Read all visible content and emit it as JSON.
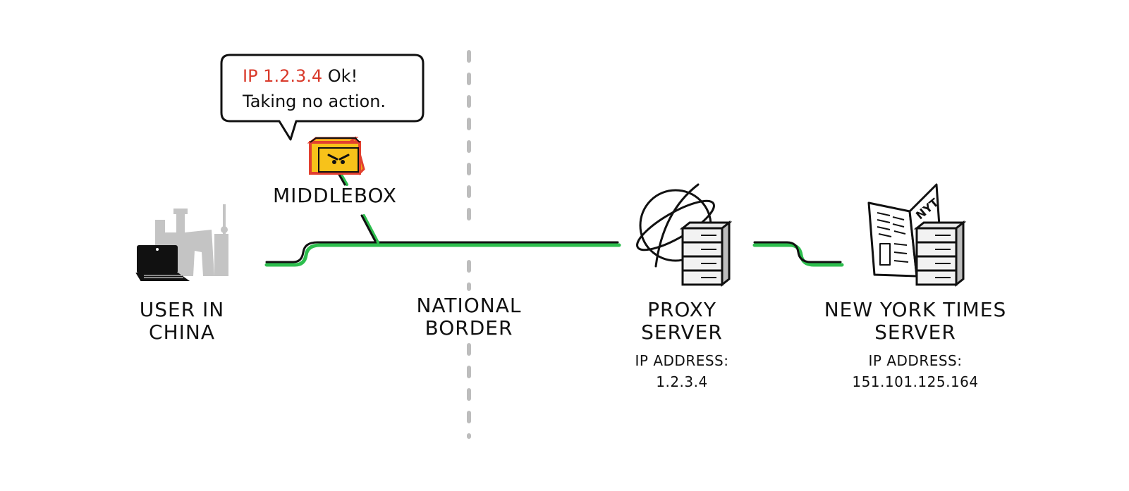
{
  "nodes": {
    "user": {
      "label_line1": "USER IN",
      "label_line2": "CHINA"
    },
    "border": {
      "label_line1": "NATIONAL",
      "label_line2": "BORDER"
    },
    "middlebox": {
      "label": "MIDDLEBOX"
    },
    "proxy": {
      "label_line1": "PROXY",
      "label_line2": "SERVER",
      "ip_caption": "IP ADDRESS:",
      "ip_value": "1.2.3.4"
    },
    "nyt": {
      "label_line1": "NEW YORK TIMES",
      "label_line2": "SERVER",
      "ip_caption": "IP ADDRESS:",
      "ip_value": "151.101.125.164",
      "sign_text": "NYT"
    }
  },
  "speech_bubble": {
    "highlight": "IP 1.2.3.4",
    "rest_line1": " Ok!",
    "line2": "Taking no action."
  },
  "colors": {
    "connection": "#2dbe4e",
    "highlight_text": "#d93a2b",
    "middlebox_body": "#f7c21a",
    "middlebox_outline": "#e2402f",
    "border_line": "#bdbdbd",
    "skyline": "#c4c4c4"
  },
  "icons": [
    "laptop-icon",
    "city-skyline-icon",
    "angry-box-icon",
    "globe-icon",
    "server-rack-icon",
    "newspaper-icon"
  ]
}
